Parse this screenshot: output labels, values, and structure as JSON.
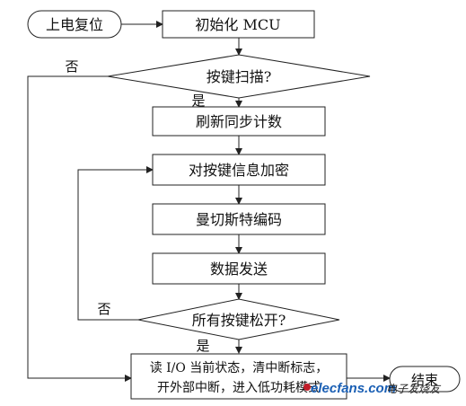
{
  "nodes": {
    "start": "上电复位",
    "init": "初始化 MCU",
    "scan": "按键扫描?",
    "refresh": "刷新同步计数",
    "encrypt": "对按键信息加密",
    "manchester": "曼切斯特编码",
    "send": "数据发送",
    "release": "所有按键松开?",
    "sleep_line1": "读 I/O 当前状态，清中断标志，",
    "sleep_line2": "开外部中断，进入低功耗模式",
    "end": "结束"
  },
  "labels": {
    "no_scan": "否",
    "yes_scan": "是",
    "no_release": "否",
    "yes_release": "是"
  },
  "watermark": {
    "site": "elecfans.com",
    "site_cn": "电子发烧友"
  },
  "colors": {
    "line": "#222222",
    "watermark_blue": "#1a5fb4",
    "watermark_red": "#c01c28"
  }
}
